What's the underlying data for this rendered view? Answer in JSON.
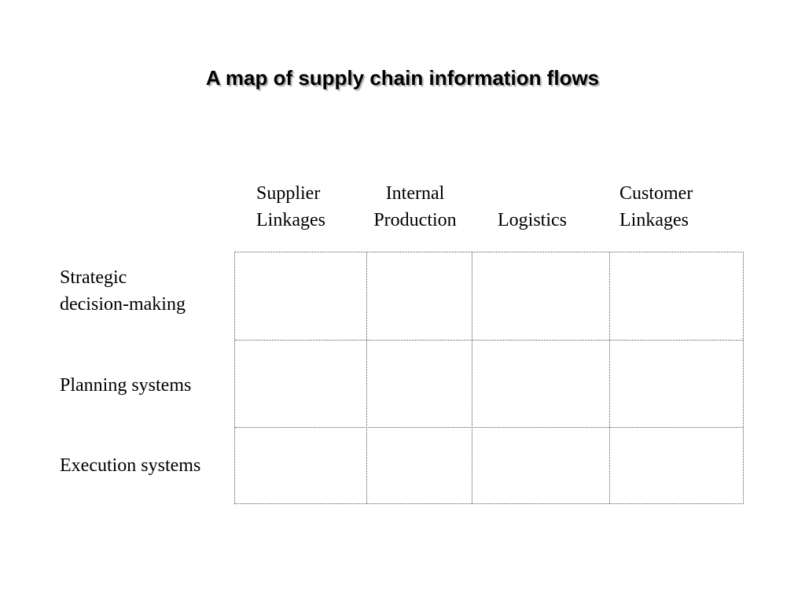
{
  "title": "A map of supply chain information flows",
  "columns": [
    {
      "line1": "Supplier",
      "line2": "Linkages"
    },
    {
      "line1": "Internal",
      "line2": "Production"
    },
    {
      "line1": "",
      "line2": "Logistics"
    },
    {
      "line1": "Customer",
      "line2": "Linkages"
    }
  ],
  "rows": [
    {
      "line1": "Strategic",
      "line2": "decision-making"
    },
    {
      "line1": "Planning systems",
      "line2": ""
    },
    {
      "line1": "Execution systems",
      "line2": ""
    }
  ]
}
